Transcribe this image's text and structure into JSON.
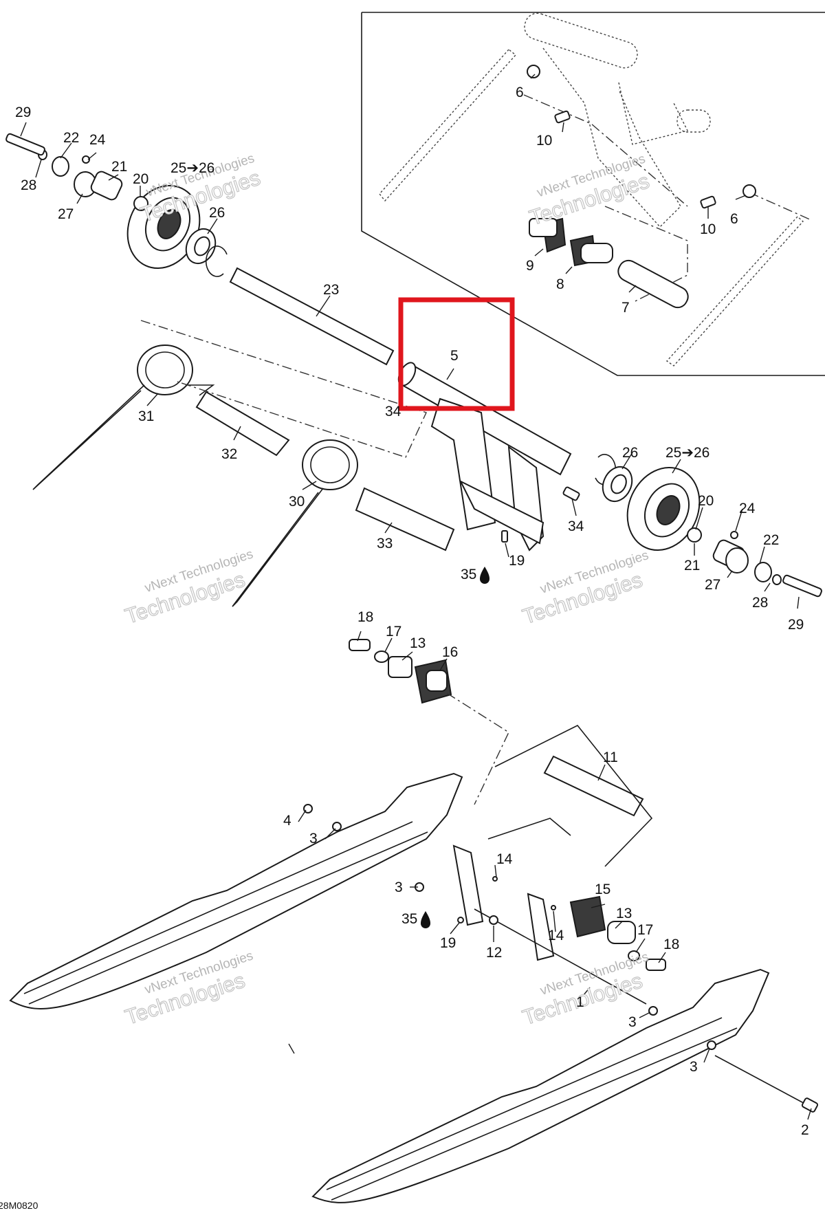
{
  "diagram": {
    "drawing_code": "28M0820",
    "highlight_color": "#e0161d",
    "highlighted_part": "5",
    "watermark": {
      "line1": "vNext Technologies",
      "line2": "Technologies"
    },
    "callouts": {
      "c1": "1",
      "c2": "2",
      "c3a": "3",
      "c3b": "3",
      "c3c": "3",
      "c3d": "3",
      "c4": "4",
      "c5": "5",
      "c6a": "6",
      "c6b": "6",
      "c7": "7",
      "c8": "8",
      "c9": "9",
      "c10a": "10",
      "c10b": "10",
      "c11": "11",
      "c12": "12",
      "c13a": "13",
      "c13b": "13",
      "c14a": "14",
      "c14b": "14",
      "c15": "15",
      "c16": "16",
      "c17a": "17",
      "c17b": "17",
      "c18a": "18",
      "c18b": "18",
      "c19a": "19",
      "c19b": "19",
      "c20a": "20",
      "c20b": "20",
      "c21a": "21",
      "c21b": "21",
      "c22a": "22",
      "c22b": "22",
      "c23": "23",
      "c24a": "24",
      "c24b": "24",
      "c25a": "25➔26",
      "c25b": "25➔26",
      "c26a": "26",
      "c26b": "26",
      "c27a": "27",
      "c27b": "27",
      "c28a": "28",
      "c28b": "28",
      "c29a": "29",
      "c29b": "29",
      "c30": "30",
      "c31": "31",
      "c32": "32",
      "c33": "33",
      "c34a": "34",
      "c34b": "34",
      "c35a": "35",
      "c35b": "35"
    }
  }
}
